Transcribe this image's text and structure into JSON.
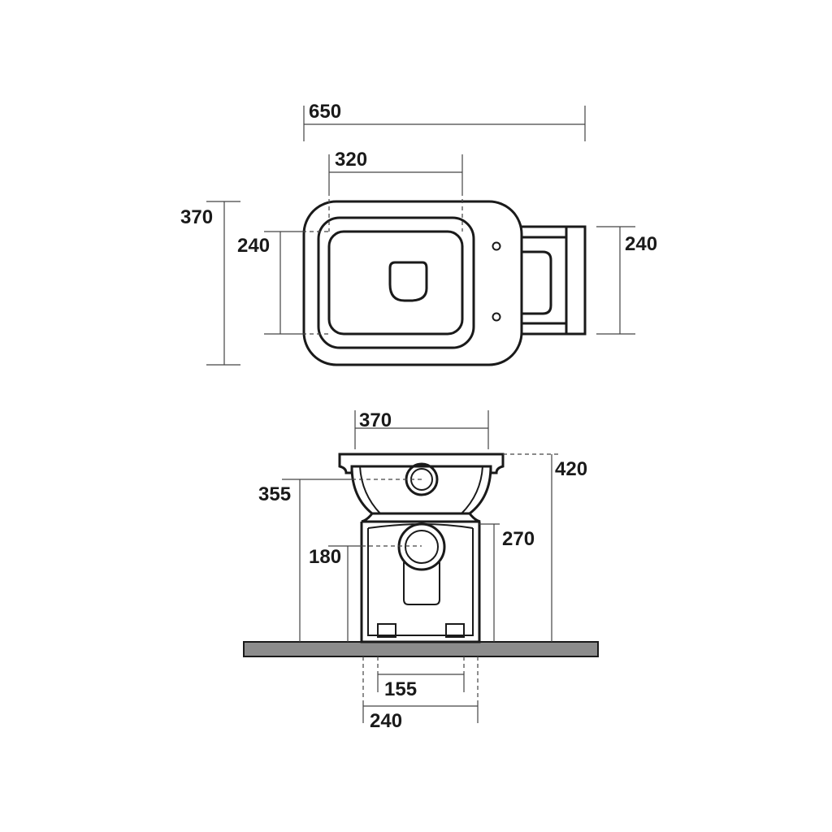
{
  "top_view": {
    "overall_length": "650",
    "bowl_length": "320",
    "overall_width": "370",
    "bowl_width": "240",
    "outlet_width": "240"
  },
  "front_view": {
    "top_width": "370",
    "total_height": "420",
    "rim_height": "355",
    "outlet_height": "270",
    "outlet_center_height": "180",
    "fixing_inner": "155",
    "fixing_outer": "240"
  },
  "colors": {
    "line": "#1a1a1a",
    "floor": "#8c8c8c"
  }
}
